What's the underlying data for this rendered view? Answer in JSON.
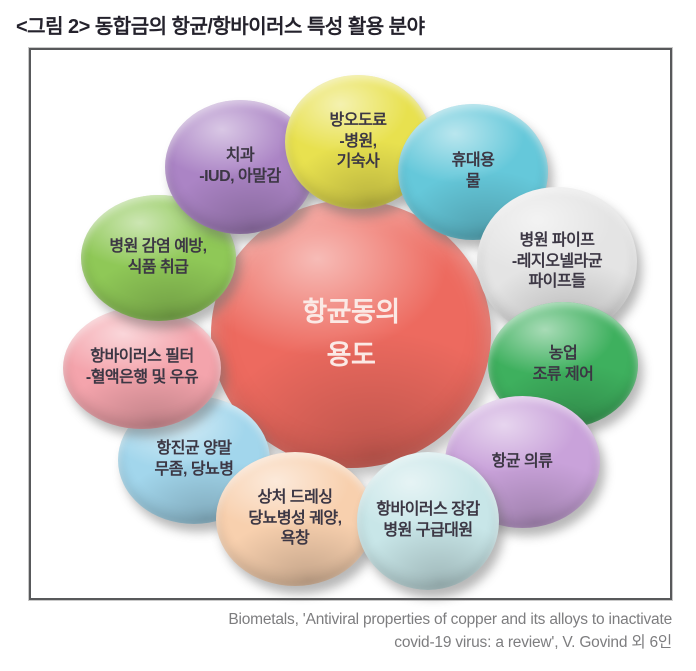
{
  "title": "<그림 2> 동합금의 항균/항바이러스 특성 활용 분야",
  "center": {
    "lines": [
      "항균동의",
      "용도"
    ],
    "color": "#ed6a5f",
    "text_color": "#fbe9e5"
  },
  "bubbles": [
    {
      "id": "antifouling-paint",
      "lines": [
        "방오도료",
        "-병원,",
        "기숙사"
      ],
      "color": "#e8e14f"
    },
    {
      "id": "portable-water",
      "lines": [
        "휴대용",
        "물"
      ],
      "color": "#65c8da"
    },
    {
      "id": "hospital-pipes",
      "lines": [
        "병원 파이프",
        "-레지오넬라균",
        "파이프들"
      ],
      "color": "#e4e4e4"
    },
    {
      "id": "agriculture-algae-control",
      "lines": [
        "농업",
        "조류 제어"
      ],
      "color": "#3eb05e"
    },
    {
      "id": "antibacterial-clothing",
      "lines": [
        "항균 의류"
      ],
      "color": "#c9a2da"
    },
    {
      "id": "antiviral-gloves",
      "lines": [
        "항바이러스 장갑",
        "병원 구급대원"
      ],
      "color": "#c8e6e8"
    },
    {
      "id": "wound-dressing",
      "lines": [
        "상처 드레싱",
        "당뇨병성 궤양,",
        "욕창"
      ],
      "color": "#f8d0ae"
    },
    {
      "id": "antifungal-socks",
      "lines": [
        "항진균 양말",
        "무좀, 당뇨병"
      ],
      "color": "#a2d6ec"
    },
    {
      "id": "antiviral-filters",
      "lines": [
        "항바이러스 필터",
        "-혈액은행 및 우유"
      ],
      "color": "#f4a4ac"
    },
    {
      "id": "hospital-infection-prevention",
      "lines": [
        "병원 감염 예방,",
        "식품 취급"
      ],
      "color": "#8fc857"
    },
    {
      "id": "dental",
      "lines": [
        "치과",
        "-IUD, 아말감"
      ],
      "color": "#ab84c5"
    }
  ],
  "caption": {
    "line1": "Biometals, 'Antiviral properties of copper and its alloys to inactivate",
    "line2": "covid-19 virus: a review', V. Govind 외 6인"
  }
}
